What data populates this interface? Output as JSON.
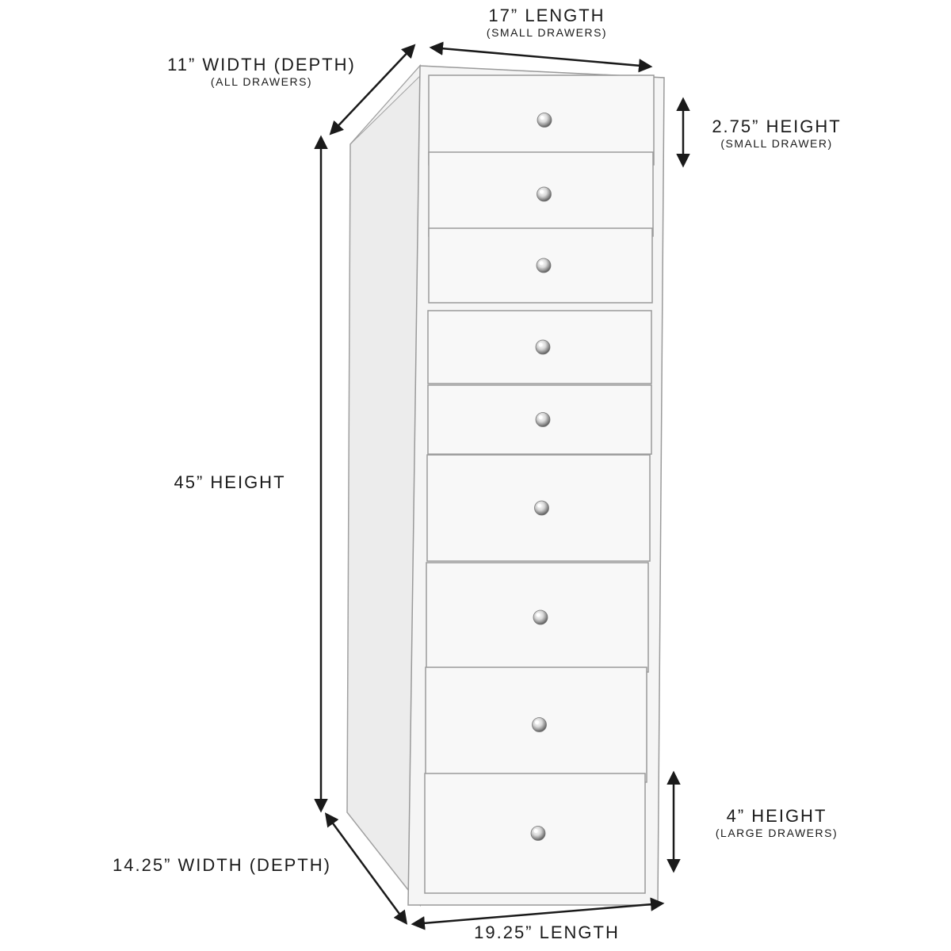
{
  "colors": {
    "background": "#ffffff",
    "cabinet": "#f4f4f4",
    "cabinet_side": "#e9e9e9",
    "drawer": "#f8f8f8",
    "edge": "#9a9a9a",
    "dimension_line": "#1a1a1a"
  },
  "icons": {
    "knob": "crystal-knob-icon",
    "arrow": "double-arrow-icon"
  },
  "drawer_count": 9,
  "dimensions": {
    "top_length": {
      "main": "17” LENGTH",
      "sub": "(SMALL DRAWERS)"
    },
    "top_depth": {
      "main": "11” WIDTH (DEPTH)",
      "sub": "(ALL DRAWERS)"
    },
    "small_height": {
      "main": "2.75” HEIGHT",
      "sub": "(SMALL DRAWER)"
    },
    "total_height": {
      "main": "45” HEIGHT"
    },
    "large_height": {
      "main": "4” HEIGHT",
      "sub": "(LARGE DRAWERS)"
    },
    "bottom_depth": {
      "main": "14.25” WIDTH (DEPTH)"
    },
    "bottom_length": {
      "main": "19.25” LENGTH"
    }
  }
}
